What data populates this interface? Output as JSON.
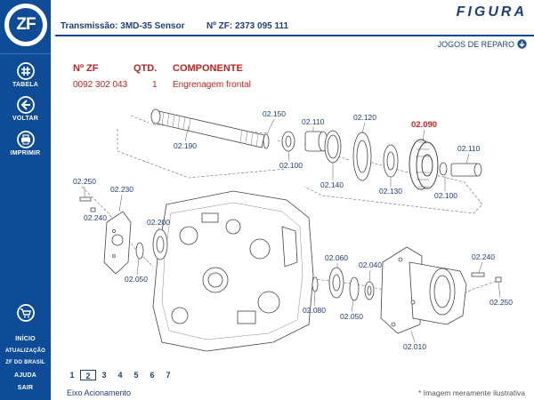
{
  "sidebar": {
    "logo_text": "ZF",
    "buttons": [
      {
        "label": "TABELA",
        "icon": "table-icon"
      },
      {
        "label": "VOLTAR",
        "icon": "back-arrow-icon"
      },
      {
        "label": "IMPRIMIR",
        "icon": "printer-icon"
      }
    ],
    "cart_icon": "cart-icon",
    "links": [
      "INÍCIO",
      "ATUALIZAÇÃO",
      "ZF DO BRASIL",
      "AJUDA",
      "SAIR"
    ]
  },
  "header": {
    "title": "Transmissão: 3MD-35 Sensor",
    "zf_number": "Nº ZF: 2373 095 111",
    "section": "FIGURA",
    "repair_kits": "JOGOS DE REPARO"
  },
  "parts_table": {
    "headers": {
      "part_no": "Nº ZF",
      "qty": "QTD.",
      "component": "COMPONENTE"
    },
    "row": {
      "part_no": "0092 302 043",
      "qty": "1",
      "component": "Engrenagem frontal"
    }
  },
  "diagram": {
    "highlighted": "02.090",
    "callouts": [
      "02.150",
      "02.110",
      "02.120",
      "02.090",
      "02.110",
      "02.190",
      "02.100",
      "02.140",
      "02.130",
      "02.100",
      "02.250",
      "02.230",
      "02.240",
      "02.200",
      "02.050",
      "02.060",
      "02.040",
      "02.240",
      "02.080",
      "02.050",
      "02.010",
      "02.250"
    ]
  },
  "footer": {
    "pages": [
      "1",
      "2",
      "3",
      "4",
      "5",
      "6",
      "7"
    ],
    "current_page": "2",
    "caption": "Eixo Acionamento",
    "note": "* Imagem meramente ilustrativa"
  },
  "colors": {
    "brand": "#0f4c98",
    "accent": "#c42020",
    "text": "#1f3f7a"
  }
}
